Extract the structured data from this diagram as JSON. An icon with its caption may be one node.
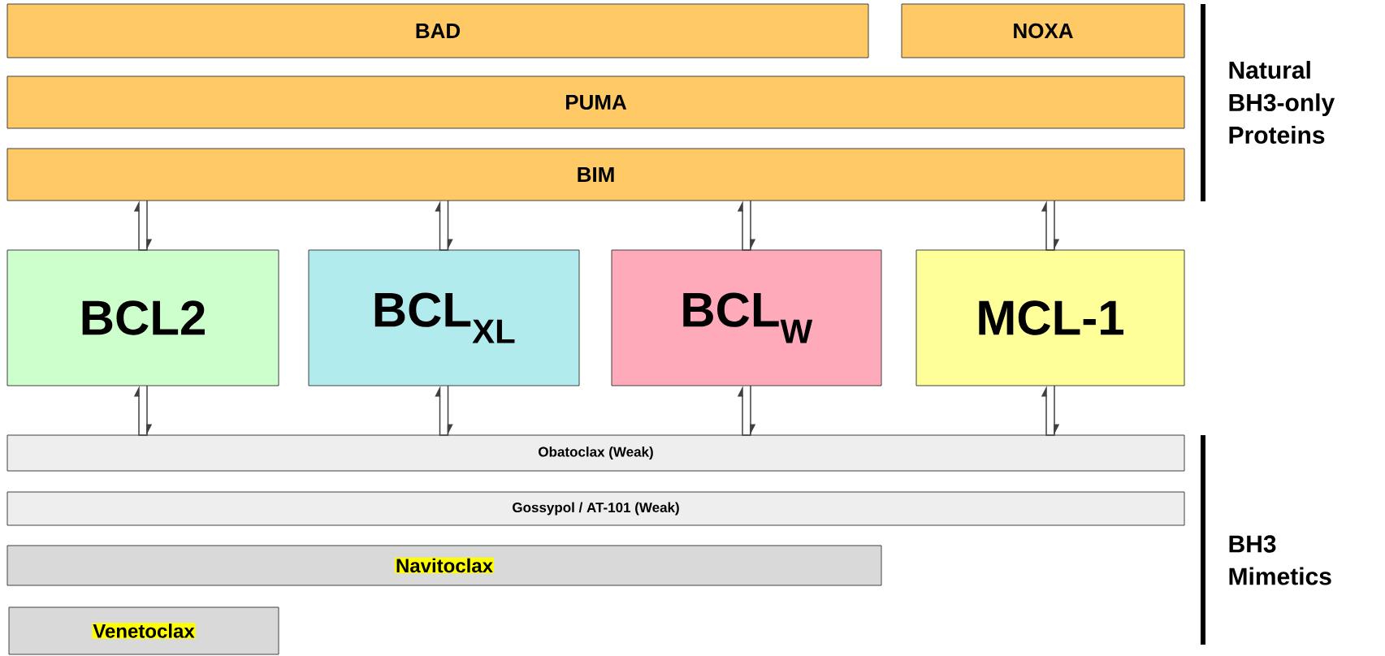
{
  "diagram": {
    "nodes": [
      {
        "text": [
          "BAD"
        ]
      },
      {
        "text": [
          "NOXA"
        ]
      },
      {
        "text": [
          "PUMA"
        ]
      },
      {
        "text": [
          "BIM"
        ]
      },
      {
        "text": [
          "BCL2"
        ]
      },
      {
        "text": [
          "BCL$_{XL}$"
        ]
      },
      {
        "text": [
          "BCL$_{W}$"
        ]
      },
      {
        "text": [
          "MCL-1"
        ]
      },
      {
        "text": [
          "Obatoclax (Weak)"
        ]
      },
      {
        "text": [
          "Gossypol / AT-101 (Weak)"
        ]
      },
      {
        "text": [
          "Navitoclax"
        ]
      },
      {
        "text": [
          "Venetoclax"
        ]
      }
    ],
    "edges": [
      {
        "from": 3,
        "to": 4,
        "arrow": "both"
      },
      {
        "from": 3,
        "to": 5,
        "arrow": "both"
      },
      {
        "from": 3,
        "to": 6,
        "arrow": "both"
      },
      {
        "from": 3,
        "to": 7,
        "arrow": "both"
      },
      {
        "from": 4,
        "to": 8,
        "arrow": "both"
      },
      {
        "from": 5,
        "to": 8,
        "arrow": "both"
      },
      {
        "from": 6,
        "to": 8,
        "arrow": "both"
      },
      {
        "from": 7,
        "to": 8,
        "arrow": "both"
      }
    ],
    "labels": [
      "Natural BH3-only Proteins",
      "BH3 Mimetics"
    ]
  }
}
